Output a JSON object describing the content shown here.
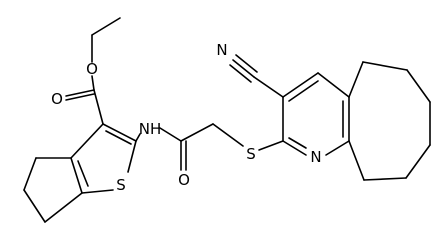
{
  "diagram": {
    "type": "chemical-structure",
    "atoms": {
      "O1": {
        "symbol": "O"
      },
      "O2": {
        "symbol": "O"
      },
      "O3": {
        "symbol": "O"
      },
      "S1": {
        "symbol": "S"
      },
      "S2": {
        "symbol": "S"
      },
      "N1": {
        "symbol": "N"
      },
      "N2": {
        "symbol": "N"
      },
      "NH": {
        "symbol": "NH"
      }
    }
  }
}
